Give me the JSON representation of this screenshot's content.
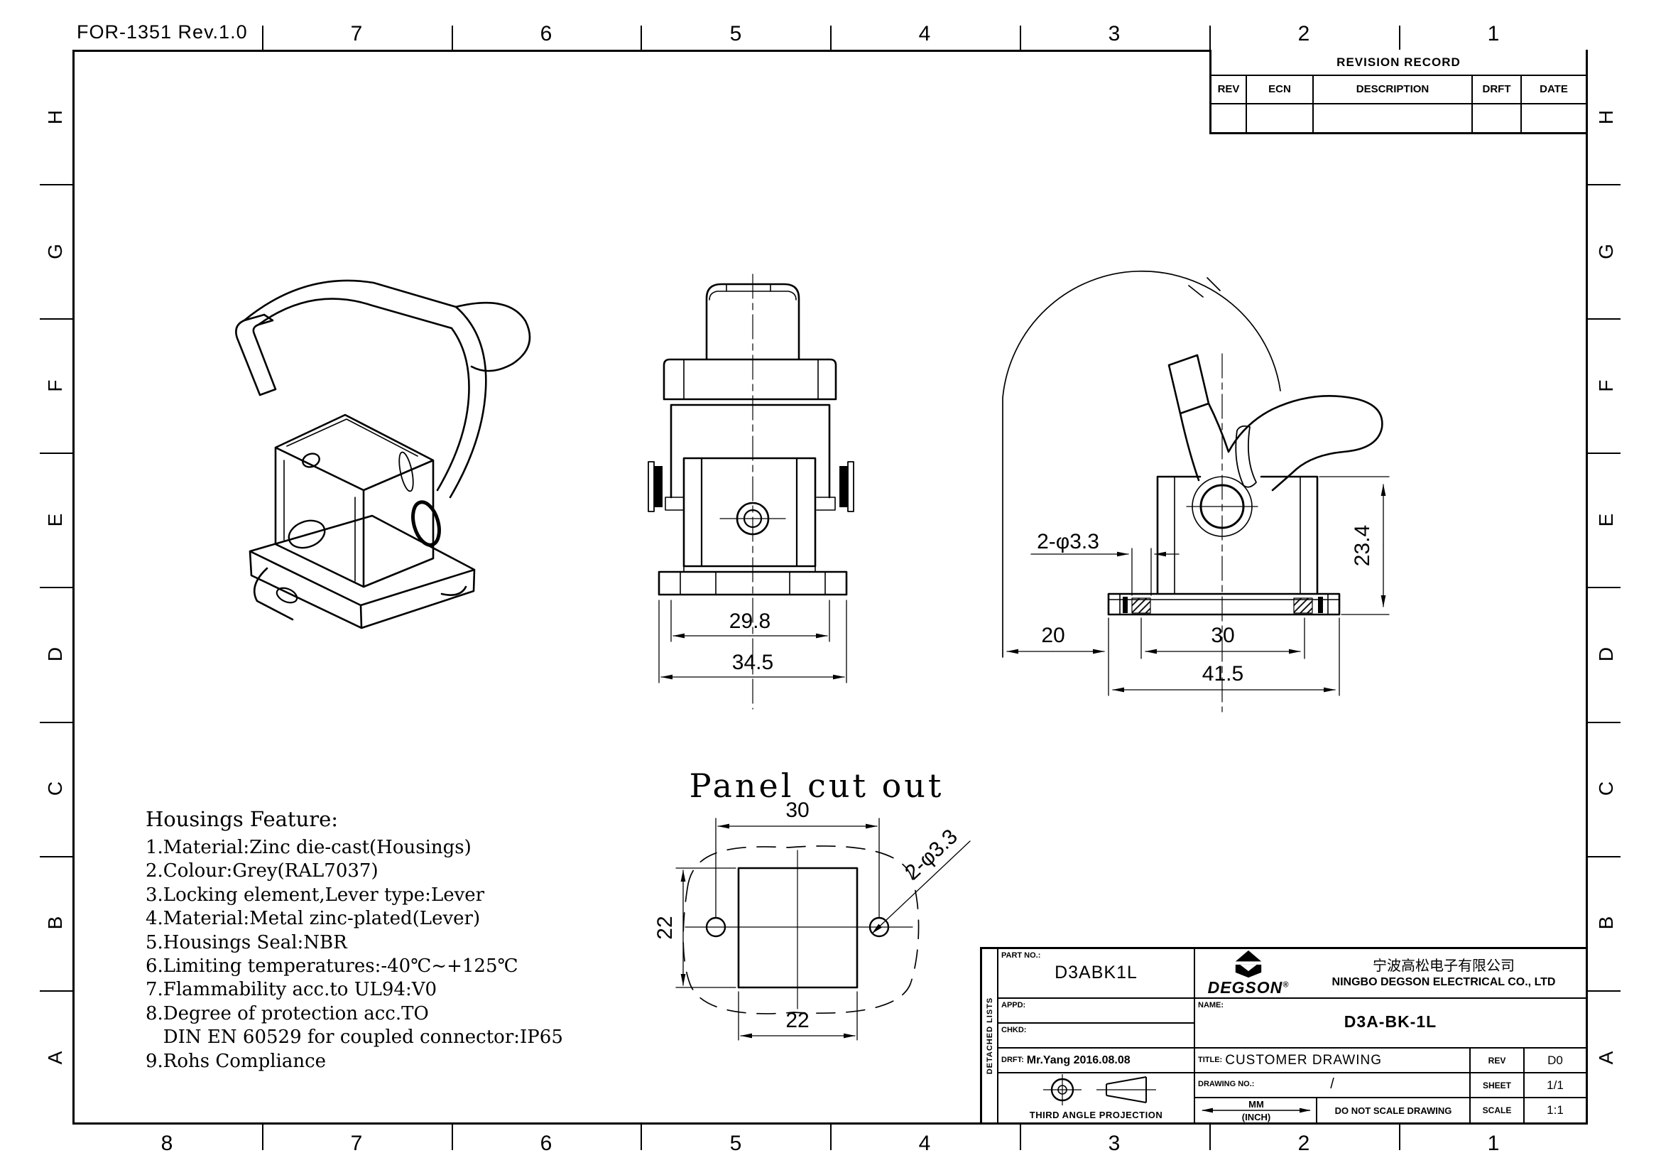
{
  "sheet": {
    "form_ref": "FOR-1351 Rev.1.0",
    "zone_letters": [
      "H",
      "G",
      "F",
      "E",
      "D",
      "C",
      "B",
      "A"
    ],
    "top_numbers": [
      "7",
      "6",
      "5",
      "4",
      "3",
      "2",
      "1"
    ],
    "bottom_numbers": [
      "8",
      "7",
      "6",
      "5",
      "4",
      "3",
      "2",
      "1"
    ]
  },
  "revision_table": {
    "title": "REVISION RECORD",
    "columns": [
      "REV",
      "ECN",
      "DESCRIPTION",
      "DRFT",
      "DATE"
    ]
  },
  "features": {
    "title": "Housings Feature:",
    "items": [
      "1.Material:Zinc die-cast(Housings)",
      "2.Colour:Grey(RAL7037)",
      "3.Locking element,Lever type:Lever",
      "4.Material:Metal zinc-plated(Lever)",
      "5.Housings Seal:NBR",
      "6.Limiting temperatures:-40℃~+125℃",
      "7.Flammability acc.to UL94:V0",
      "8.Degree of protection acc.TO",
      "   DIN EN 60529 for coupled connector:IP65",
      "9.Rohs Compliance"
    ]
  },
  "front_view": {
    "dim_inner": "29.8",
    "dim_outer": "34.5"
  },
  "side_view": {
    "dim_holes": "2-φ3.3",
    "dim_height": "23.4",
    "dim_offset": "20",
    "dim_span": "30",
    "dim_total": "41.5"
  },
  "panel_cutout": {
    "title": "Panel cut out",
    "dim_width_top": "30",
    "dim_height": "22",
    "dim_width_bottom": "22",
    "dim_holes": "2-φ3.3"
  },
  "title_block": {
    "detached": "DETACHED LISTS",
    "part_no_label": "PART NO.:",
    "part_no": "D3ABK1L",
    "brand": "DEGSON",
    "brand_reg": "®",
    "company_cn": "宁波高松电子有限公司",
    "company_en": "NINGBO DEGSON ELECTRICAL CO., LTD",
    "appd_label": "APPD:",
    "chkd_label": "CHKD:",
    "drft_label": "DRFT:",
    "drft_value": "Mr.Yang 2016.08.08",
    "name_label": "NAME:",
    "name_value": "D3A-BK-1L",
    "title_label": "TITLE:",
    "title_value": "CUSTOMER DRAWING",
    "rev_label": "REV",
    "rev_value": "D0",
    "drawing_no_label": "DRAWING NO.:",
    "drawing_no_value": "/",
    "sheet_label": "SHEET",
    "sheet_value": "1/1",
    "units_mm": "MM",
    "units_inch": "(INCH)",
    "do_not_scale": "DO NOT SCALE DRAWING",
    "scale_label": "SCALE",
    "scale_value": "1:1",
    "projection": "THIRD ANGLE PROJECTION"
  }
}
